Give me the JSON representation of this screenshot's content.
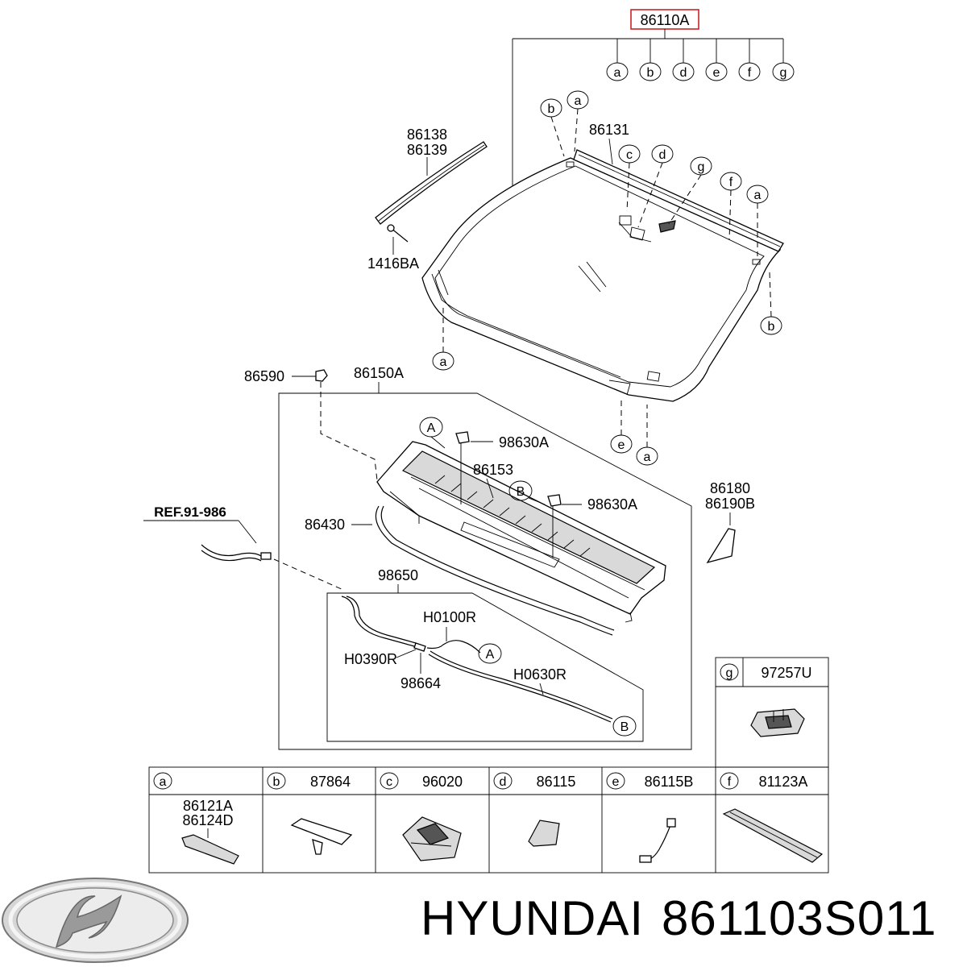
{
  "header_part": "86110A",
  "header_letters": [
    "a",
    "b",
    "d",
    "e",
    "f",
    "g"
  ],
  "labels": {
    "p86138": "86138",
    "p86139": "86139",
    "p1416BA": "1416BA",
    "p86131": "86131",
    "p86590": "86590",
    "p86150A": "86150A",
    "p98630A_1": "98630A",
    "p98630A_2": "98630A",
    "p86153": "86153",
    "p86180": "86180",
    "p86190B": "86190B",
    "ref": "REF.91-986",
    "p86430": "86430",
    "p98650": "98650",
    "pH0100R": "H0100R",
    "pH0390R": "H0390R",
    "p98664": "98664",
    "pH0630R": "H0630R"
  },
  "callouts": {
    "ws_b_top": "b",
    "ws_a_top": "a",
    "ws_c": "c",
    "ws_d": "d",
    "ws_g": "g",
    "ws_f": "f",
    "ws_a_right": "a",
    "ws_b_right": "b",
    "ws_a_left": "a",
    "ws_e_bottom": "e",
    "ws_a_bottom": "a",
    "cowl_A": "A",
    "cowl_B": "B",
    "hose_A": "A",
    "hose_B": "B"
  },
  "legend_top": {
    "letter": "g",
    "part": "97257U"
  },
  "legend": [
    {
      "letter": "a",
      "part": "",
      "sub": [
        "86121A",
        "86124D"
      ]
    },
    {
      "letter": "b",
      "part": "87864",
      "sub": []
    },
    {
      "letter": "c",
      "part": "96020",
      "sub": []
    },
    {
      "letter": "d",
      "part": "86115",
      "sub": []
    },
    {
      "letter": "e",
      "part": "86115B",
      "sub": []
    },
    {
      "letter": "f",
      "part": "81123A",
      "sub": []
    }
  ],
  "footer": {
    "brand": "HYUNDAI",
    "part_number": "861103S011"
  },
  "colors": {
    "highlight_box": "#cc2222",
    "logo_silver": "#b8b8b8"
  }
}
